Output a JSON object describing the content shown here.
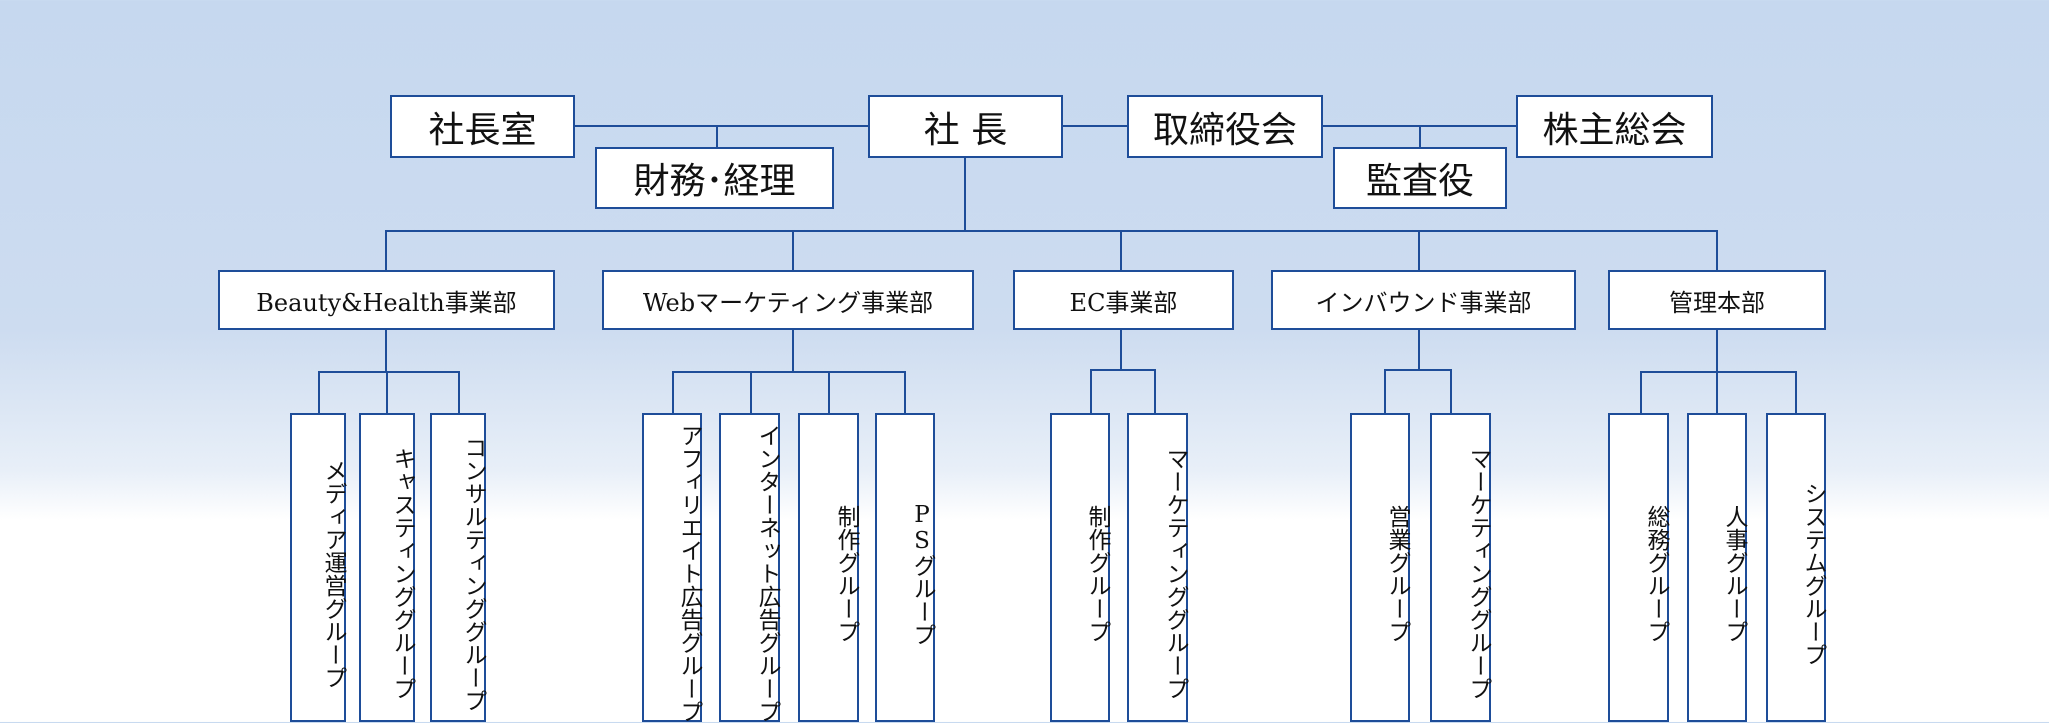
{
  "top": {
    "president": "社 長",
    "presidents_office": "社長室",
    "finance": "財務･経理",
    "board": "取締役会",
    "auditor": "監査役",
    "shareholders": "株主総会"
  },
  "divisions": [
    {
      "name": "Beauty&Health事業部",
      "groups": [
        "メディア運営グループ",
        "キャスティンググループ",
        "コンサルティンググループ"
      ]
    },
    {
      "name": "Webマーケティング事業部",
      "groups": [
        "アフィリエイト広告グループ",
        "インターネット広告グループ",
        "制作グループ",
        "PSグループ"
      ]
    },
    {
      "name": "EC事業部",
      "groups": [
        "制作グループ",
        "マーケティンググループ"
      ]
    },
    {
      "name": "インバウンド事業部",
      "groups": [
        "営業グループ",
        "マーケティンググループ"
      ]
    },
    {
      "name": "管理本部",
      "groups": [
        "総務グループ",
        "人事グループ",
        "システムグループ"
      ]
    }
  ],
  "colors": {
    "line": "#1e4d99",
    "box_border": "#1e4d99",
    "bg_top": "#c6d8ef"
  }
}
